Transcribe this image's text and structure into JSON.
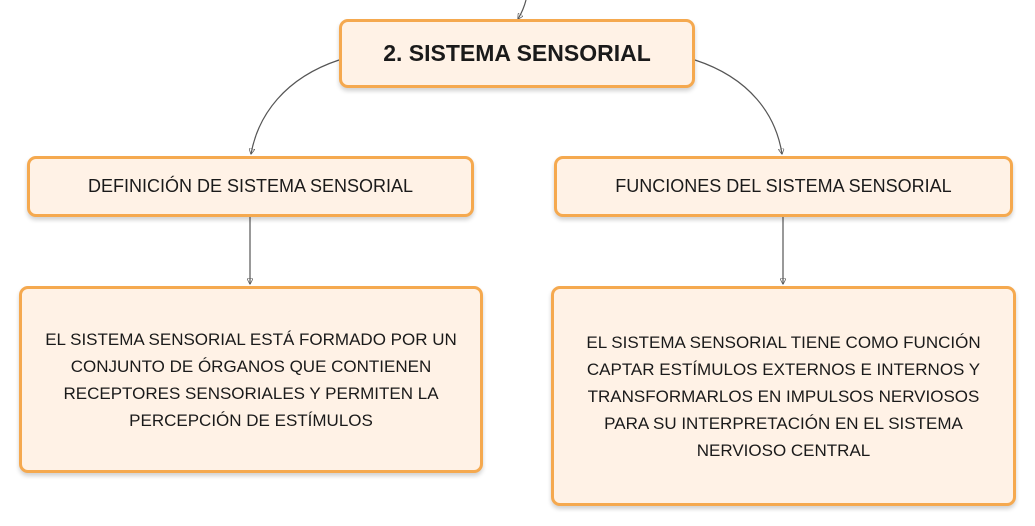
{
  "diagram": {
    "root": {
      "title": "2. SISTEMA SENSORIAL"
    },
    "branches": [
      {
        "heading": "DEFINICIÓN DE SISTEMA SENSORIAL",
        "description": "EL SISTEMA SENSORIAL ESTÁ FORMADO POR UN CONJUNTO DE ÓRGANOS QUE CONTIENEN RECEPTORES SENSORIALES Y PERMITEN LA PERCEPCIÓN DE ESTÍMULOS"
      },
      {
        "heading": "FUNCIONES DEL SISTEMA SENSORIAL",
        "description": "EL SISTEMA SENSORIAL TIENE COMO FUNCIÓN CAPTAR ESTÍMULOS EXTERNOS E INTERNOS Y TRANSFORMARLOS EN IMPULSOS NERVIOSOS PARA SU INTERPRETACIÓN EN EL SISTEMA NERVIOSO CENTRAL"
      }
    ],
    "colors": {
      "node_fill": "#fff2e6",
      "node_border": "#f5a94f",
      "connector": "#555555"
    }
  }
}
